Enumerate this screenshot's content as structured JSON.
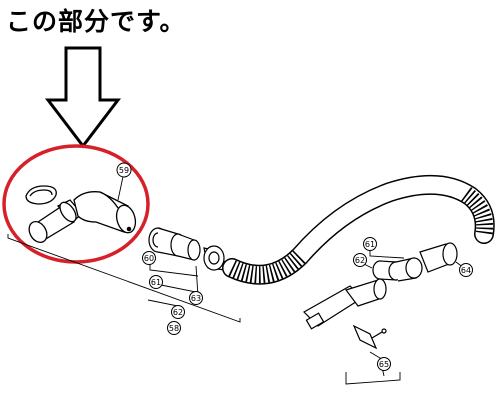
{
  "caption": "この部分です。",
  "colors": {
    "highlight": "#d6202a",
    "ink": "#000000"
  },
  "labels": {
    "p59a": "59",
    "p60": "60",
    "p61a": "61",
    "p63": "63",
    "p62": "62",
    "p58": "58",
    "p61b": "61",
    "p62b": "62",
    "p64": "64",
    "p65": "65"
  },
  "icons": {
    "arrow": "down-arrow-outline",
    "highlight": "red-ellipse"
  }
}
